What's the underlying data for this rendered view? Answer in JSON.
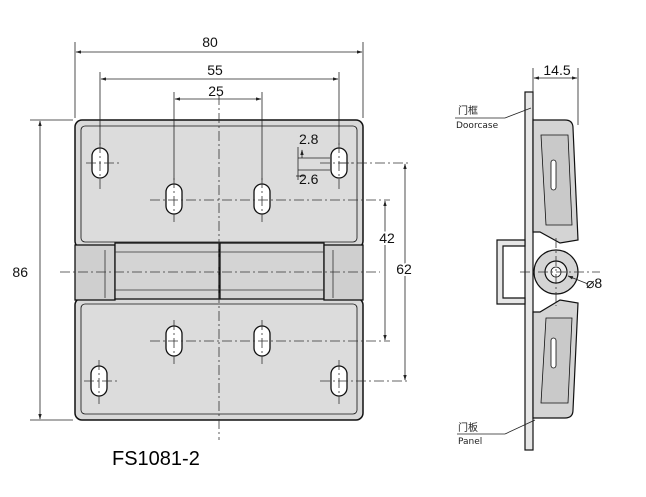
{
  "front_view": {
    "dimensions": {
      "overall_width": "80",
      "outer_hole_spacing": "55",
      "inner_hole_spacing": "25",
      "overall_height": "86",
      "inner_vertical_spacing": "42",
      "outer_vertical_spacing": "62",
      "slot_width": "2.8",
      "slot_length": "2.6"
    }
  },
  "side_view": {
    "dimensions": {
      "thickness": "14.5",
      "pin_diameter": "⌀8"
    },
    "labels": {
      "doorcase_cn": "门框",
      "doorcase_en": "Doorcase",
      "panel_cn": "门板",
      "panel_en": "Panel"
    }
  },
  "model_number": "FS1081-2"
}
